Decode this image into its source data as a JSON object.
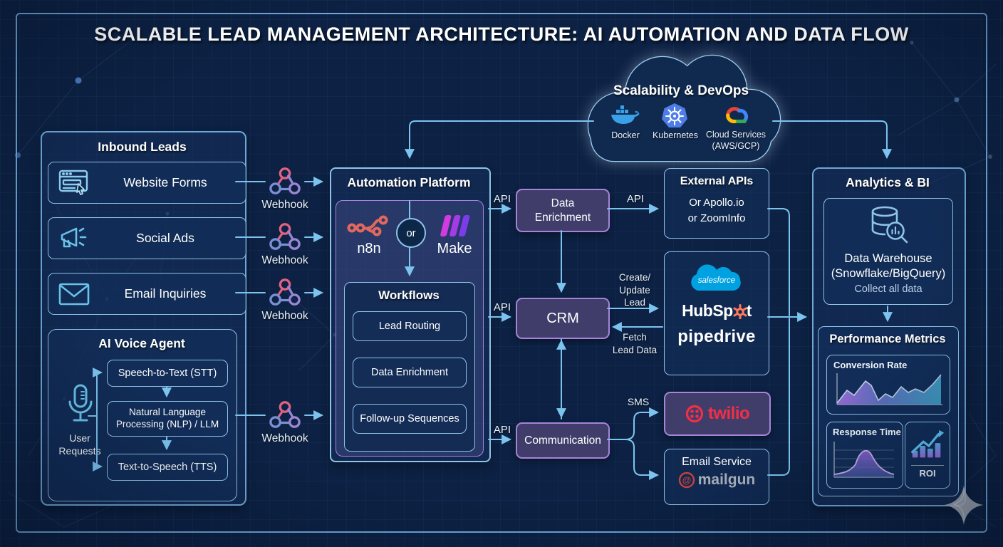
{
  "title": "SCALABLE LEAD MANAGEMENT ARCHITECTURE: AI AUTOMATION AND DATA FLOW",
  "inbound": {
    "title": "Inbound Leads",
    "items": [
      {
        "label": "Website Forms",
        "icon": "browser-form-icon"
      },
      {
        "label": "Social Ads",
        "icon": "megaphone-icon"
      },
      {
        "label": "Email Inquiries",
        "icon": "envelope-icon"
      }
    ]
  },
  "voice": {
    "title": "AI Voice Agent",
    "user": [
      "User",
      "Requests"
    ],
    "steps": [
      {
        "label": "Speech-to-Text (STT)"
      },
      {
        "label": "Natural Language Processing (NLP) / LLM"
      },
      {
        "label": "Text-to-Speech (TTS)"
      }
    ]
  },
  "webhook_label": "Webhook",
  "automation": {
    "title": "Automation Platform",
    "n8n": "n8n",
    "or": "or",
    "make": "Make",
    "workflows": {
      "title": "Workflows",
      "items": [
        {
          "label": "Lead Routing"
        },
        {
          "label": "Data Enrichment"
        },
        {
          "label": "Follow-up Sequences"
        }
      ]
    }
  },
  "cloud": {
    "title": "Scalability & DevOps",
    "items": [
      {
        "label": "Docker"
      },
      {
        "label": "Kubernetes"
      },
      {
        "label": "Cloud Services",
        "label2": "(AWS/GCP)"
      }
    ]
  },
  "flow": {
    "api": "API",
    "sms": "SMS",
    "create_update": [
      "Create/",
      "Update",
      "Lead"
    ],
    "fetch": [
      "Fetch",
      "Lead Data"
    ]
  },
  "nodes": {
    "data_enrichment": [
      "Data",
      "Enrichment"
    ],
    "crm": "CRM",
    "communication": "Communication",
    "external_apis": {
      "title": "External APIs",
      "line1": "Or Apollo.io",
      "line2": "or ZoomInfo"
    },
    "vendors": {
      "salesforce": "salesforce",
      "hubspot_a": "HubSp",
      "hubspot_b": "t",
      "pipedrive": "pipedrive"
    },
    "twilio": "twilio",
    "email": {
      "title": "Email Service",
      "at": "@",
      "mailgun": "mailgun"
    }
  },
  "analytics": {
    "title": "Analytics & BI",
    "warehouse": {
      "line1": "Data Warehouse",
      "line2": "(Snowflake/BigQuery)",
      "note": "Collect all data"
    },
    "performance": {
      "title": "Performance Metrics",
      "charts": [
        {
          "label": "Conversion Rate"
        },
        {
          "label": "Response Time"
        },
        {
          "label": "ROI"
        }
      ]
    }
  },
  "colors": {
    "background": "#0c2143",
    "accent_blue": "#7cc4ee",
    "border_blue": "#8fc3ea",
    "purple": "#a584da",
    "webhook_pink": "#e06383",
    "n8n_red": "#e2685e",
    "make_purple": "#b03be0",
    "twilio_red": "#f22f46",
    "hubspot_orange": "#ff7a59",
    "salesforce_blue": "#00a1e0",
    "docker_blue": "#3aa0e8",
    "kubernetes_blue": "#4f7de8"
  }
}
